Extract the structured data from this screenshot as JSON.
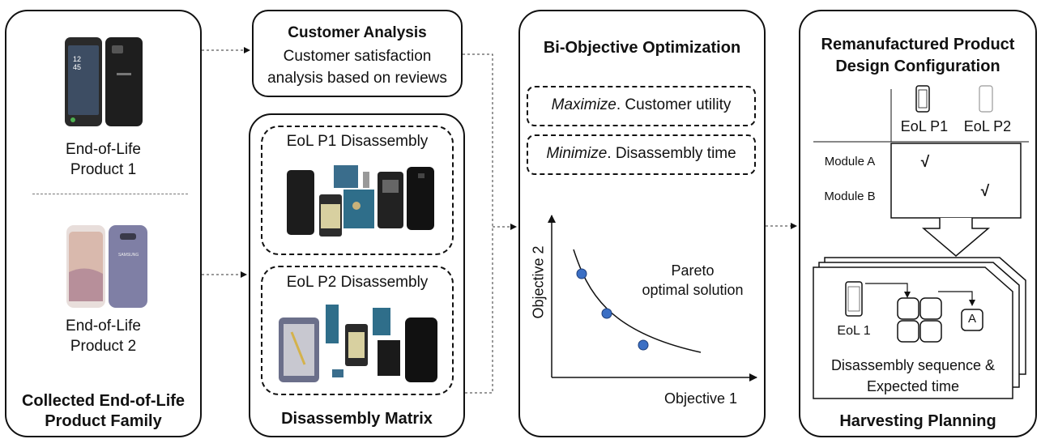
{
  "col1": {
    "product1": {
      "line1": "End-of-Life",
      "line2": "Product 1"
    },
    "product2": {
      "line1": "End-of-Life",
      "line2": "Product 2"
    },
    "title": {
      "line1": "Collected End-of-Life",
      "line2": "Product Family"
    }
  },
  "customer_analysis": {
    "title": "Customer Analysis",
    "line1": "Customer satisfaction",
    "line2": "analysis based on reviews"
  },
  "disassembly": {
    "p1_title": "EoL P1 Disassembly",
    "p2_title": "EoL P2 Disassembly",
    "matrix_title": "Disassembly Matrix"
  },
  "optimization": {
    "title": "Bi-Objective Optimization",
    "maximize_keyword": "Maximize",
    "maximize_text": ". Customer utility",
    "minimize_keyword": "Minimize",
    "minimize_text": ". Disassembly time",
    "y_axis": "Objective 2",
    "x_axis": "Objective 1",
    "pareto_line1": "Pareto",
    "pareto_line2": "optimal solution"
  },
  "remanufactured": {
    "title_line1": "Remanufactured Product",
    "title_line2": "Design Configuration",
    "col1": "EoL P1",
    "col2": "EoL P2",
    "row1": "Module A",
    "row2": "Module B",
    "check1": "√",
    "check2": "√"
  },
  "harvesting": {
    "phone_label": "EoL 1",
    "module_label": "A",
    "caption_line1": "Disassembly sequence &",
    "caption_line2": "Expected time",
    "title": "Harvesting Planning"
  },
  "colors": {
    "pareto_point": "#3b6fc4",
    "phone_dark": "#2a2a2a",
    "phone_purple": "#7f7fa5"
  }
}
